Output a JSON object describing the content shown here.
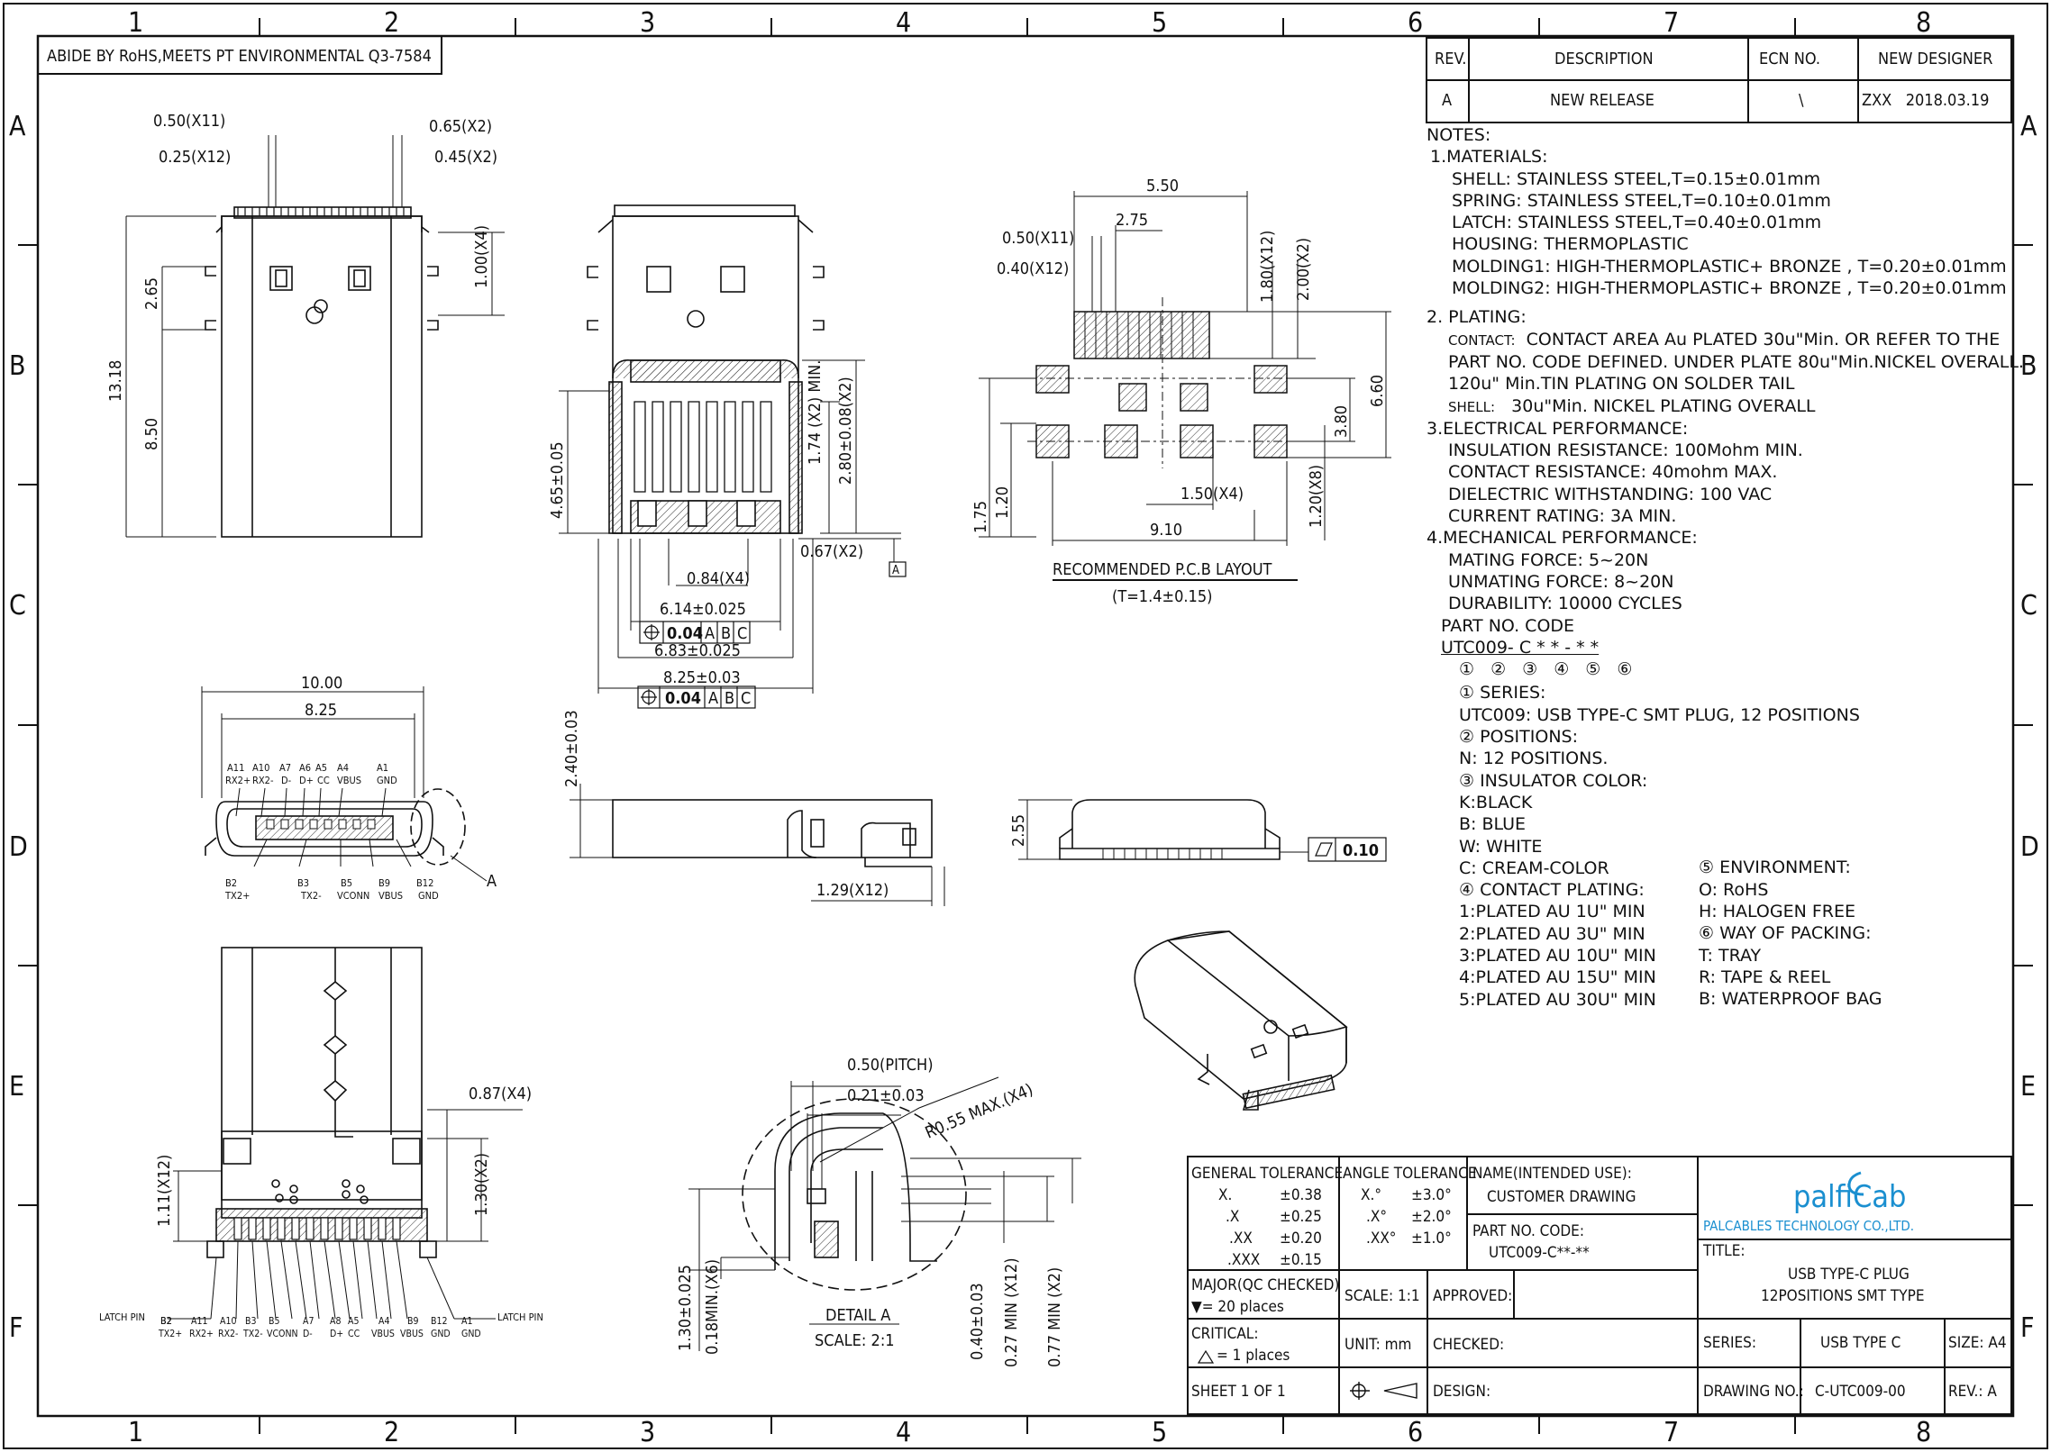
{
  "zones": {
    "columns": [
      "1",
      "2",
      "3",
      "4",
      "5",
      "6",
      "7",
      "8"
    ],
    "rows": [
      "A",
      "B",
      "C",
      "D",
      "E",
      "F"
    ]
  },
  "compliance_note": "ABIDE BY RoHS,MEETS PT ENVIRONMENTAL Q3-7584",
  "revision_table": {
    "headers": {
      "rev": "REV.",
      "description": "DESCRIPTION",
      "ecn": "ECN NO.",
      "designer": "NEW DESIGNER"
    },
    "row": {
      "rev": "A",
      "description": "NEW RELEASE",
      "ecn": "\\",
      "designer": "ZXX   2018.03.19"
    }
  },
  "notes": {
    "title": "NOTES:",
    "materials": {
      "heading": "1.MATERIALS:",
      "lines": [
        "SHELL: STAINLESS STEEL,T=0.15±0.01mm",
        "SPRING: STAINLESS STEEL,T=0.10±0.01mm",
        "LATCH: STAINLESS STEEL,T=0.40±0.01mm",
        "HOUSING: THERMOPLASTIC",
        "MOLDING1: HIGH-THERMOPLASTIC+ BRONZE , T=0.20±0.01mm",
        "MOLDING2: HIGH-THERMOPLASTIC+ BRONZE , T=0.20±0.01mm"
      ]
    },
    "plating": {
      "heading": "2. PLATING:",
      "contact_label": "CONTACT:",
      "contact_text": "CONTACT AREA Au PLATED 30u\"Min. OR REFER TO THE",
      "contact_lines": [
        "PART NO. CODE DEFINED. UNDER PLATE 80u\"Min.NICKEL OVERALL.",
        "120u\" Min.TIN PLATING ON SOLDER TAIL"
      ],
      "shell_label": "SHELL:",
      "shell_text": "30u\"Min. NICKEL PLATING OVERALL"
    },
    "electrical": {
      "heading": "3.ELECTRICAL PERFORMANCE:",
      "lines": [
        "INSULATION RESISTANCE: 100Mohm MIN.",
        "CONTACT RESISTANCE: 40mohm MAX.",
        "DIELECTRIC WITHSTANDING: 100 VAC",
        "CURRENT RATING: 3A MIN."
      ]
    },
    "mechanical": {
      "heading": "4.MECHANICAL PERFORMANCE:",
      "lines": [
        "MATING FORCE: 5~20N",
        "UNMATING FORCE: 8~20N",
        "DURABILITY: 10000 CYCLES"
      ]
    },
    "part_code": {
      "heading": "PART NO. CODE",
      "code": "UTC009- C * * - * *",
      "markers": "① ② ③ ④ ⑤ ⑥"
    },
    "options_left": [
      "① SERIES:",
      "  UTC009: USB TYPE-C SMT PLUG, 12 POSITIONS",
      "② POSITIONS:",
      "   N: 12 POSITIONS.",
      "③ INSULATOR COLOR:",
      "   K:BLACK",
      "   B: BLUE",
      "   W: WHITE",
      "   C: CREAM-COLOR",
      "④ CONTACT PLATING:",
      "   1:PLATED AU 1U\" MIN",
      "   2:PLATED AU 3U\" MIN",
      "   3:PLATED AU 10U\" MIN",
      "   4:PLATED AU 15U\" MIN",
      "   5:PLATED AU 30U\" MIN"
    ],
    "options_right": [
      "⑤ ENVIRONMENT:",
      "   O: RoHS",
      "   H: HALOGEN FREE",
      "⑥ WAY OF PACKING:",
      "   T: TRAY",
      "   R: TAPE & REEL",
      "   B: WATERPROOF BAG"
    ]
  },
  "views": {
    "top": {
      "dims": [
        "0.50(X11)",
        "0.25(X12)",
        "0.65(X2)",
        "0.45(X2)",
        "1.00(X4)",
        "2.65",
        "13.18",
        "8.50"
      ]
    },
    "cutaway": {
      "dims": [
        "4.65±0.05",
        "1.74 (X2) MIN.",
        "2.80±0.08(X2)",
        "0.67(X2)",
        "0.84(X4)",
        "6.14±0.025",
        "6.83±0.025",
        "8.25±0.03"
      ],
      "fcf1": [
        "0.04",
        "A",
        "B",
        "C"
      ],
      "fcf2": [
        "0.04",
        "A",
        "B",
        "C"
      ],
      "datum": "A"
    },
    "pcb": {
      "dims": [
        "5.50",
        "2.75",
        "0.50(X11)",
        "0.40(X12)",
        "1.80(X12)",
        "2.00(X2)",
        "6.60",
        "3.80",
        "1.50(X4)",
        "1.20(X8)",
        "9.10",
        "1.75",
        "1.20"
      ],
      "title": "RECOMMENDED P.C.B LAYOUT",
      "subtitle": "(T=1.4±0.15)"
    },
    "front": {
      "dims": [
        "10.00",
        "8.25"
      ],
      "top_pins": [
        "A11",
        "A10",
        "A7",
        "A6",
        "A5",
        "A4",
        "A1"
      ],
      "top_signals": [
        "RX2+",
        "RX2-",
        "D-",
        "D+",
        "CC",
        "VBUS",
        "GND"
      ],
      "bottom_pins": [
        "B2",
        "B3",
        "B5",
        "B9",
        "B12"
      ],
      "bottom_signals": [
        "TX2+",
        "TX2-",
        "VCONN",
        "VBUS",
        "GND"
      ],
      "detail_ref": "A"
    },
    "side": {
      "dims": [
        "2.40±0.03",
        "1.29(X12)"
      ]
    },
    "side2": {
      "dims": [
        "2.55"
      ],
      "flatness": "0.10"
    },
    "bottom": {
      "dims": [
        "0.87(X4)",
        "1.11(X12)",
        "1.30(X2)"
      ],
      "latch_left": "LATCH PIN",
      "latch_right": "LATCH PIN",
      "pins": [
        "B2",
        "A11",
        "A10",
        "B3",
        "B5",
        "A7",
        "A8",
        "A5",
        "A4",
        "B9",
        "B12",
        "A1"
      ],
      "signals": [
        "TX2+",
        "RX2+",
        "RX2-",
        "TX2-",
        "VCONN",
        "D-",
        "D+",
        "CC",
        "VBUS",
        "VBUS",
        "GND",
        "GND"
      ]
    },
    "detail": {
      "dims": [
        "0.50(PITCH)",
        "0.21±0.03",
        "R0.55 MAX.(X4)",
        "1.30±0.025",
        "0.18MIN.(X6)",
        "0.40±0.03",
        "0.27 MIN (X12)",
        "0.77 MIN (X2)"
      ],
      "title": "DETAIL A",
      "scale": "SCALE: 2:1"
    }
  },
  "title_block": {
    "general_tolerance": {
      "title": "GENERAL TOLERANCE",
      "rows": [
        [
          "X.",
          "±0.38"
        ],
        [
          ".X",
          "±0.25"
        ],
        [
          ".XX",
          "±0.20"
        ],
        [
          ".XXX",
          "±0.15"
        ]
      ]
    },
    "angle_tolerance": {
      "title": "ANGLE TOLERANCE",
      "rows": [
        [
          "X.°",
          "±3.0°"
        ],
        [
          ".X°",
          "±2.0°"
        ],
        [
          ".XX°",
          "±1.0°"
        ]
      ]
    },
    "name_label": "NAME(INTENDED USE):",
    "name_value": "CUSTOMER DRAWING",
    "part_label": "PART NO. CODE:",
    "part_value": "UTC009-C**-**",
    "major_label": "MAJOR(QC CHECKED)",
    "major_value": "▼= 20 places",
    "critical_label": "CRITICAL:",
    "critical_value": "= 1  places",
    "scale": "SCALE: 1:1",
    "approved": "APPROVED:",
    "unit": "UNIT: mm",
    "checked": "CHECKED:",
    "sheet": "SHEET 1 OF 1",
    "design": "DESIGN:",
    "logo_text": "palfiCab",
    "company": "PALCABLES TECHNOLOGY CO.,LTD.",
    "title_label": "TITLE:",
    "title_line1": "USB TYPE-C PLUG",
    "title_line2": "12POSITIONS SMT TYPE",
    "series_label": "SERIES:",
    "series_value": "USB TYPE C",
    "size": "SIZE: A4",
    "drawing_label": "DRAWING NO.:",
    "drawing_value": "C-UTC009-00",
    "rev": "REV.: A"
  }
}
